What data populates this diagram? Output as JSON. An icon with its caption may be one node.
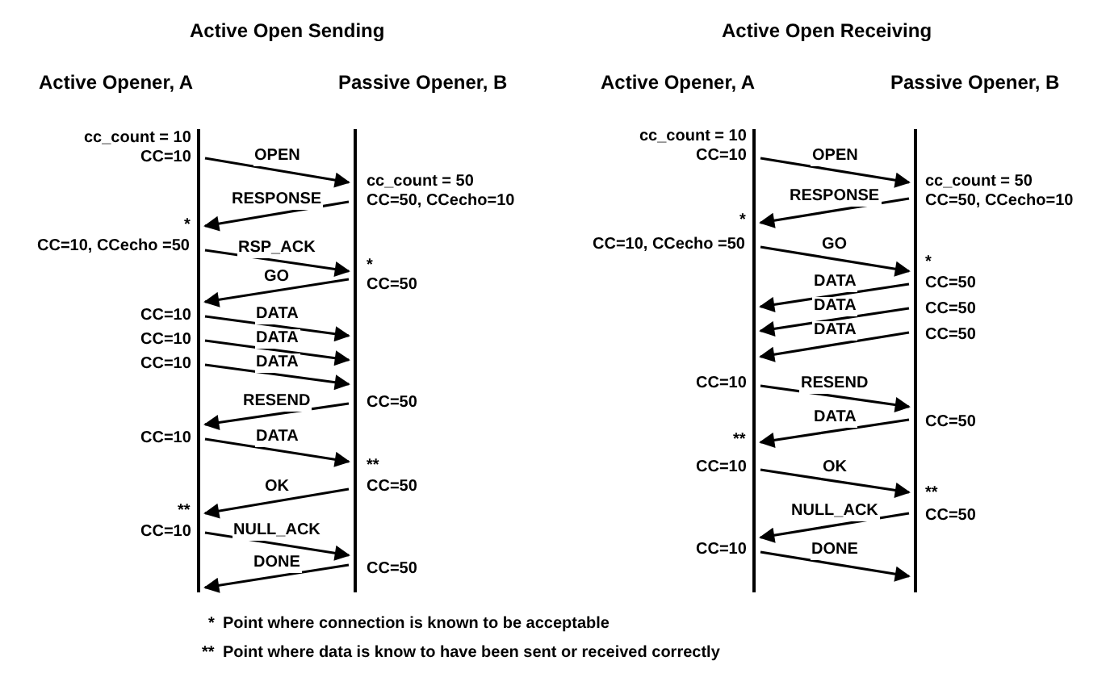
{
  "diagram": {
    "nodes": [
      {
        "text": [
          "Active Opener, A"
        ]
      },
      {
        "text": [
          "Passive Opener, B"
        ]
      },
      {
        "text": [
          "Active Opener, A"
        ]
      },
      {
        "text": [
          "Passive Opener, B"
        ]
      }
    ],
    "edges": [
      {
        "from": 0,
        "to": 1,
        "arrow": "to",
        "label": "OPEN"
      },
      {
        "from": 1,
        "to": 0,
        "arrow": "to",
        "label": "RESPONSE"
      },
      {
        "from": 0,
        "to": 1,
        "arrow": "to",
        "label": "RSP_ACK"
      },
      {
        "from": 1,
        "to": 0,
        "arrow": "to",
        "label": "GO"
      },
      {
        "from": 0,
        "to": 1,
        "arrow": "to",
        "label": "DATA"
      },
      {
        "from": 0,
        "to": 1,
        "arrow": "to",
        "label": "DATA"
      },
      {
        "from": 0,
        "to": 1,
        "arrow": "to",
        "label": "DATA"
      },
      {
        "from": 1,
        "to": 0,
        "arrow": "to",
        "label": "RESEND"
      },
      {
        "from": 0,
        "to": 1,
        "arrow": "to",
        "label": "DATA"
      },
      {
        "from": 1,
        "to": 0,
        "arrow": "to",
        "label": "OK"
      },
      {
        "from": 0,
        "to": 1,
        "arrow": "to",
        "label": "NULL_ACK"
      },
      {
        "from": 1,
        "to": 0,
        "arrow": "to",
        "label": "DONE"
      },
      {
        "from": 2,
        "to": 3,
        "arrow": "to",
        "label": "OPEN"
      },
      {
        "from": 3,
        "to": 2,
        "arrow": "to",
        "label": "RESPONSE"
      },
      {
        "from": 2,
        "to": 3,
        "arrow": "to",
        "label": "GO"
      },
      {
        "from": 3,
        "to": 2,
        "arrow": "to",
        "label": "DATA"
      },
      {
        "from": 3,
        "to": 2,
        "arrow": "to",
        "label": "DATA"
      },
      {
        "from": 3,
        "to": 2,
        "arrow": "to",
        "label": "DATA"
      },
      {
        "from": 2,
        "to": 3,
        "arrow": "to",
        "label": "RESEND"
      },
      {
        "from": 3,
        "to": 2,
        "arrow": "to",
        "label": "DATA"
      },
      {
        "from": 2,
        "to": 3,
        "arrow": "to",
        "label": "OK"
      },
      {
        "from": 3,
        "to": 2,
        "arrow": "to",
        "label": "NULL_ACK"
      },
      {
        "from": 2,
        "to": 3,
        "arrow": "to",
        "label": "DONE"
      }
    ],
    "labels": [
      "Active Open Sending",
      "Active Open Receiving",
      "cc_count = 10",
      "CC=10",
      "cc_count = 50",
      "CC=50, CCecho=10",
      "*",
      "CC=10, CCecho =50",
      "*",
      "CC=50",
      "CC=10",
      "CC=10",
      "CC=10",
      "CC=50",
      "CC=10",
      "**",
      "CC=50",
      "**",
      "CC=10",
      "CC=50",
      "cc_count = 10",
      "CC=10",
      "cc_count = 50",
      "CC=50, CCecho=10",
      "*",
      "CC=10, CCecho =50",
      "*",
      "CC=50",
      "CC=50",
      "CC=50",
      "CC=10",
      "CC=50",
      "**",
      "CC=10",
      "**",
      "CC=50",
      "CC=10",
      "*",
      "Point where connection is known to be acceptable",
      "**",
      "Point where data is know to have been sent or received correctly"
    ]
  }
}
